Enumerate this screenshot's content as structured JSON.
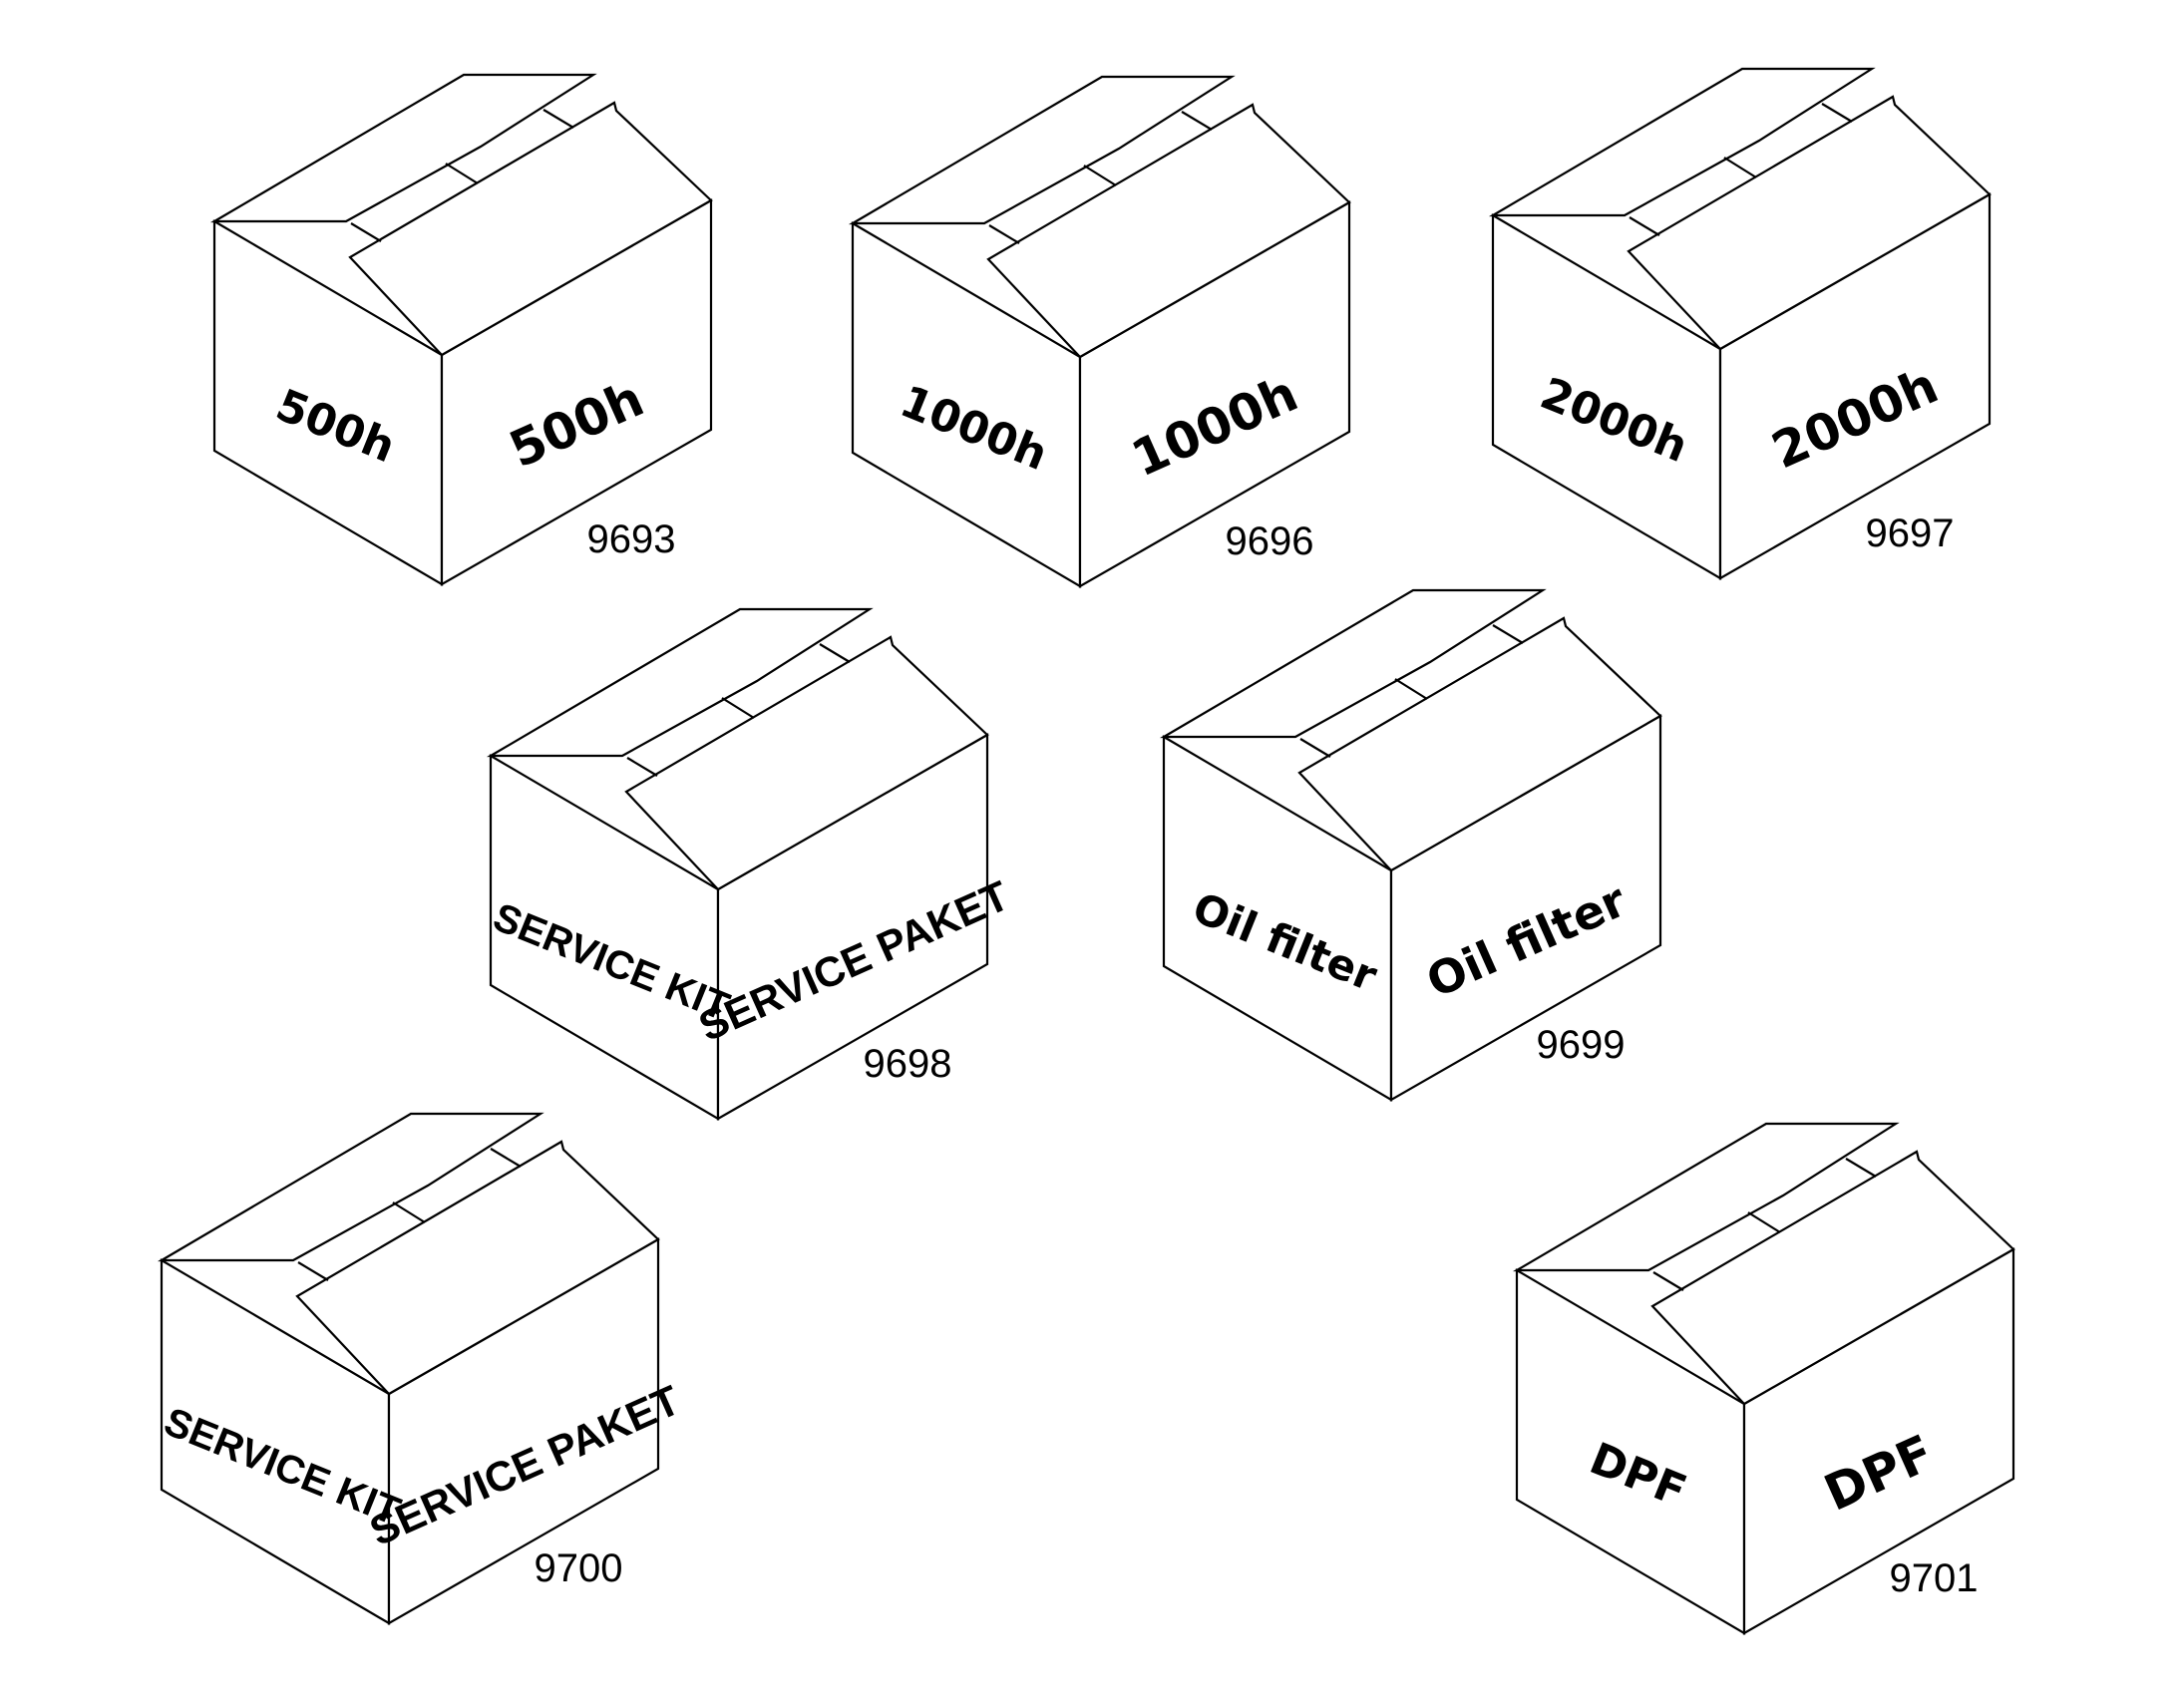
{
  "boxes": [
    {
      "part_number": "9693",
      "left_label": "500h",
      "right_label": "500h"
    },
    {
      "part_number": "9696",
      "left_label": "1000h",
      "right_label": "1000h"
    },
    {
      "part_number": "9697",
      "left_label": "2000h",
      "right_label": "2000h"
    },
    {
      "part_number": "9698",
      "left_label": "SERVICE KIT",
      "right_label": "SERVICE PAKET"
    },
    {
      "part_number": "9699",
      "left_label": "Oil filter",
      "right_label": "Oil filter"
    },
    {
      "part_number": "9700",
      "left_label": "SERVICE KIT",
      "right_label": "SERVICE PAKET"
    },
    {
      "part_number": "9701",
      "left_label": "DPF",
      "right_label": "DPF"
    }
  ]
}
